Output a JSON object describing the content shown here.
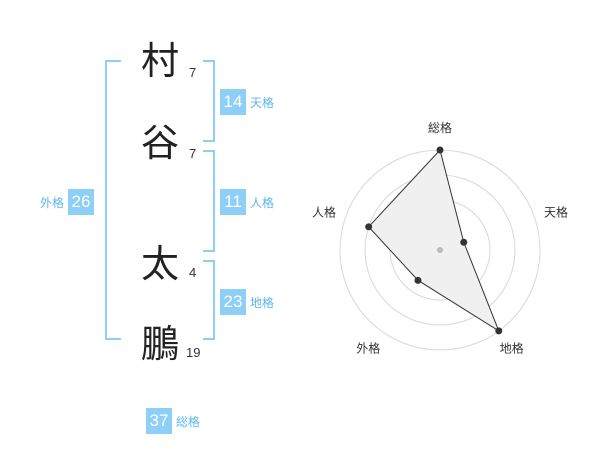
{
  "name": {
    "chars": [
      {
        "char": "村",
        "strokes": "7"
      },
      {
        "char": "谷",
        "strokes": "7"
      },
      {
        "char": "太",
        "strokes": "4"
      },
      {
        "char": "鵬",
        "strokes": "19"
      }
    ]
  },
  "fortunes": {
    "tenkaku": {
      "value": "14",
      "label": "天格"
    },
    "jinkaku": {
      "value": "11",
      "label": "人格"
    },
    "chikaku": {
      "value": "23",
      "label": "地格"
    },
    "gaikaku": {
      "value": "26",
      "label": "外格"
    },
    "soukaku": {
      "value": "37",
      "label": "総格"
    }
  },
  "colors": {
    "accent": "#8dcff7",
    "accent_text": "#5bb7ef",
    "radar_fill": "#f0f0f0"
  },
  "chart_data": {
    "type": "radar",
    "axes": [
      "総格",
      "天格",
      "地格",
      "外格",
      "人格"
    ],
    "values": [
      4,
      1,
      4,
      1.5,
      3
    ],
    "max": 4
  }
}
